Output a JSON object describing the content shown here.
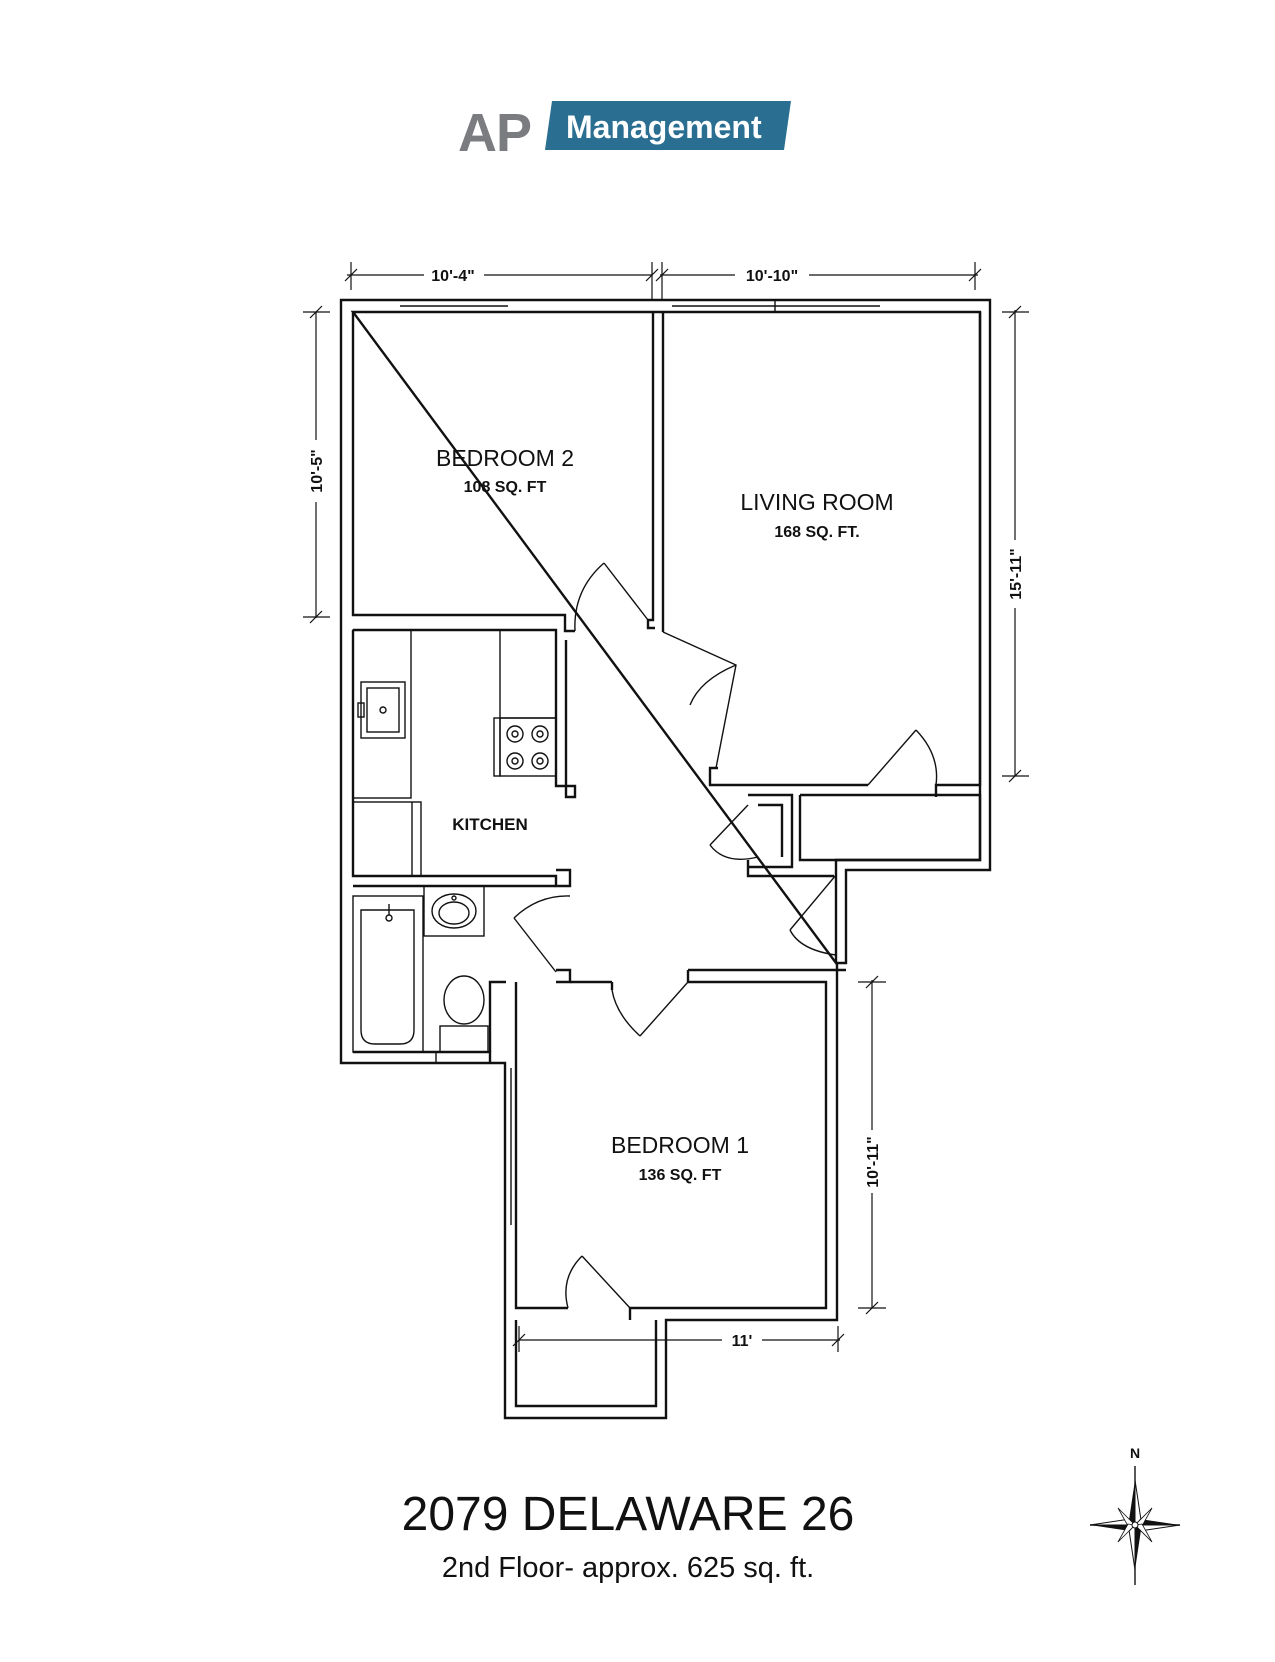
{
  "logo": {
    "ap": "AP",
    "management": "Management",
    "accent": "#2a6f92",
    "gray": "#7a7c7f"
  },
  "rooms": {
    "bedroom2": {
      "name": "BEDROOM 2",
      "area": "108 SQ. FT"
    },
    "living": {
      "name": "LIVING ROOM",
      "area": "168 SQ. FT."
    },
    "kitchen": {
      "name": "KITCHEN"
    },
    "bedroom1": {
      "name": "BEDROOM 1",
      "area": "136 SQ. FT"
    }
  },
  "dimensions": {
    "top_left": "10'-4\"",
    "top_right": "10'-10\"",
    "left": "10'-5\"",
    "right": "15'-11\"",
    "bedroom1_right": "10'-11\"",
    "bedroom1_bottom": "11'"
  },
  "footer": {
    "title": "2079 DELAWARE 26",
    "subtitle": "2nd Floor- approx. 625 sq. ft."
  },
  "compass": {
    "label": "N"
  }
}
